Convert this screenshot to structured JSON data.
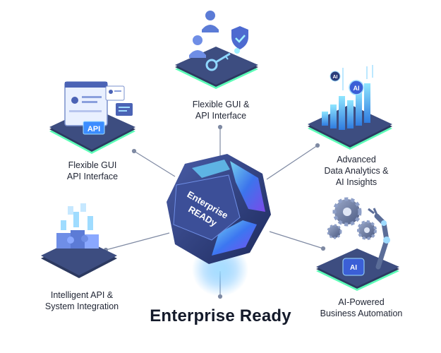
{
  "hub": {
    "label_lines": [
      "Enterprise",
      "READy"
    ],
    "title": "Enterprise Ready"
  },
  "nodes": [
    {
      "id": "top",
      "icon": "user-shield-key-icon",
      "lines": [
        "Flexible GUI &",
        "API Interface"
      ]
    },
    {
      "id": "left",
      "icon": "api-dashboard-icon",
      "lines": [
        "Flexible GUI",
        "API Interface"
      ]
    },
    {
      "id": "right",
      "icon": "ai-analytics-chart-icon",
      "lines": [
        "Advanced",
        "Data Analytics &",
        "AI Insights"
      ]
    },
    {
      "id": "bottom-left",
      "icon": "puzzle-integration-icon",
      "lines": [
        "Intelligent API &",
        "System Integration"
      ]
    },
    {
      "id": "bottom-right",
      "icon": "robot-arm-gears-icon",
      "lines": [
        "AI-Powered",
        "Business Automation"
      ]
    }
  ],
  "icon_texts": {
    "api": "API",
    "ai": "AI"
  },
  "colors": {
    "platform_top": "#3a4a78",
    "platform_side": "#1f2a4d",
    "glow": "#4dffb0",
    "accent_blue": "#3b8cff",
    "accent_cyan": "#5cc9ff",
    "hub_glow": "#44c8ff"
  }
}
